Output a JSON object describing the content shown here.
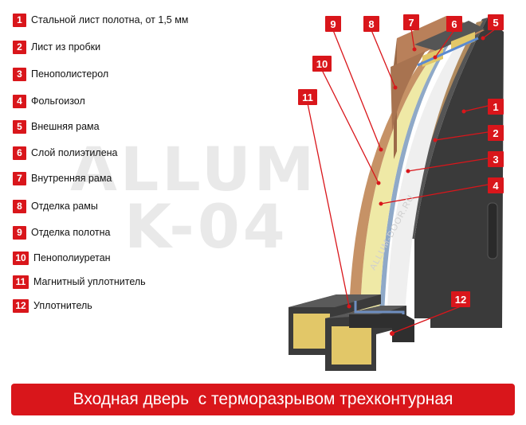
{
  "legend": [
    {
      "num": "1",
      "label": "Стальной лист полотна, от 1,5 мм"
    },
    {
      "num": "2",
      "label": "Лист из пробки"
    },
    {
      "num": "3",
      "label": "Пенополистерол"
    },
    {
      "num": "4",
      "label": "Фольгоизол"
    },
    {
      "num": "5",
      "label": "Внешняя рама"
    },
    {
      "num": "6",
      "label": "Слой полиэтилена"
    },
    {
      "num": "7",
      "label": "Внутренняя рама"
    },
    {
      "num": "8",
      "label": "Отделка рамы"
    },
    {
      "num": "9",
      "label": "Отделка полотна"
    },
    {
      "num": "10",
      "label": "Пенополиуретан"
    },
    {
      "num": "11",
      "label": "Магнитный уплотнитель"
    },
    {
      "num": "12",
      "label": "Уплотнитель"
    }
  ],
  "watermark": {
    "line1": "ALLUM",
    "line2": "K-04",
    "site": "ALLUM-DOOR.RU"
  },
  "callouts": [
    "1",
    "2",
    "3",
    "4",
    "5",
    "6",
    "7",
    "8",
    "9",
    "10",
    "11",
    "12"
  ],
  "banner": "Входная дверь  с терморазрывом трехконтурная",
  "colors": {
    "accent": "#d9161b",
    "steel": "#3a3a3a",
    "foam_yellow": "#efe9a6",
    "foam_white": "#efefef",
    "wood": "#b57d55"
  }
}
